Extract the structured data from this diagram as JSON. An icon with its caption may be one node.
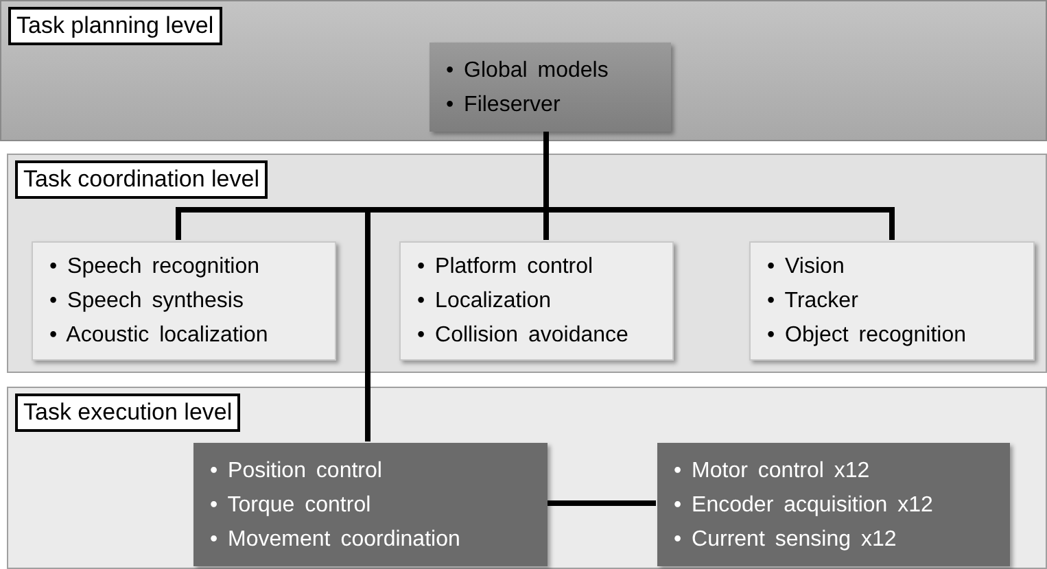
{
  "diagram": {
    "nodes": [
      {
        "text": [
          "Task planning level"
        ]
      },
      {
        "text": [
          "• Global models",
          "• Fileserver"
        ],
        "in": 0
      },
      {
        "text": [
          "Task coordination level"
        ]
      },
      {
        "text": [
          "• Speech recognition",
          "• Speech synthesis",
          "• Acoustic localization"
        ],
        "in": 2
      },
      {
        "text": [
          "• Platform control",
          "• Localization",
          "• Collision avoidance"
        ],
        "in": 2
      },
      {
        "text": [
          "• Vision",
          "• Tracker",
          "• Object recognition"
        ],
        "in": 2
      },
      {
        "text": [
          "Task execution level"
        ]
      },
      {
        "text": [
          "• Position control",
          "• Torque control",
          "• Movement coordination"
        ],
        "in": 6
      },
      {
        "text": [
          "• Motor control x12",
          "• Encoder acquisition x12",
          "• Current sensing x12"
        ],
        "in": 6
      }
    ],
    "edges": [
      {
        "from": 1,
        "to": 3,
        "arrow": "none"
      },
      {
        "from": 1,
        "to": 4,
        "arrow": "none"
      },
      {
        "from": 1,
        "to": 5,
        "arrow": "none"
      },
      {
        "from": 1,
        "to": 7,
        "arrow": "none"
      },
      {
        "from": 7,
        "to": 8,
        "arrow": "none"
      }
    ]
  }
}
